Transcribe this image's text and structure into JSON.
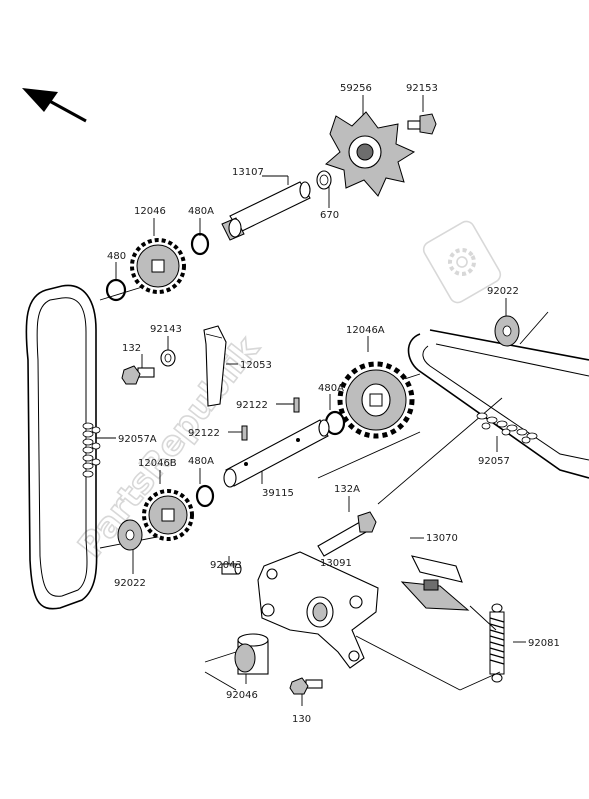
{
  "watermark": {
    "text": "PartsRepublik"
  },
  "labels": {
    "p59256": "59256",
    "p92153": "92153",
    "p13107": "13107",
    "p670": "670",
    "p12046": "12046",
    "p480A_top": "480A",
    "p480": "480",
    "p92022_right": "92022",
    "p92143": "92143",
    "p132": "132",
    "p12053": "12053",
    "p12046A": "12046A",
    "p480A_mid": "480A",
    "p92122_a": "92122",
    "p92122_b": "92122",
    "p92057A": "92057A",
    "p480A_low": "480A",
    "p12046B": "12046B",
    "p39115": "39115",
    "p92057": "92057",
    "p132A": "132A",
    "p13070": "13070",
    "p92022_left": "92022",
    "p92043": "92043",
    "p13091": "13091",
    "p92081": "92081",
    "p92046": "92046",
    "p130": "130"
  },
  "icons": {
    "direction_arrow": "front-direction-arrow-icon",
    "gear_logo": "gear-icon"
  }
}
